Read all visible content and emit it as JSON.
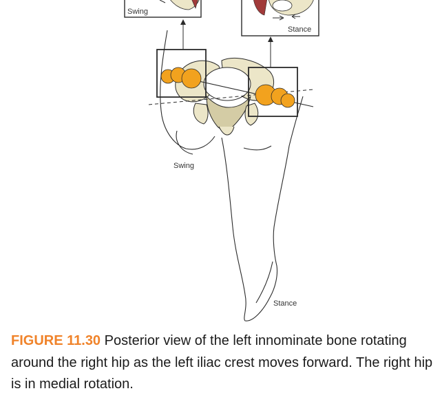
{
  "figure": {
    "labels": {
      "swing_inset": "Swing",
      "stance_inset": "Stance",
      "swing_leg": "Swing",
      "stance_leg": "Stance"
    },
    "colors": {
      "accent": "#f0832a",
      "femoral_head": "#f2a21e",
      "bone": "#ece6c8",
      "bone_shadow": "#d4cca5",
      "muscle": "#a13a3a",
      "outline": "#2a2a2a"
    }
  },
  "caption": {
    "number": "FIGURE 11.30",
    "text": " Posterior view of the left innominate bone rotating around the right hip as the left iliac crest moves forward. The right hip is in medial rotation."
  }
}
